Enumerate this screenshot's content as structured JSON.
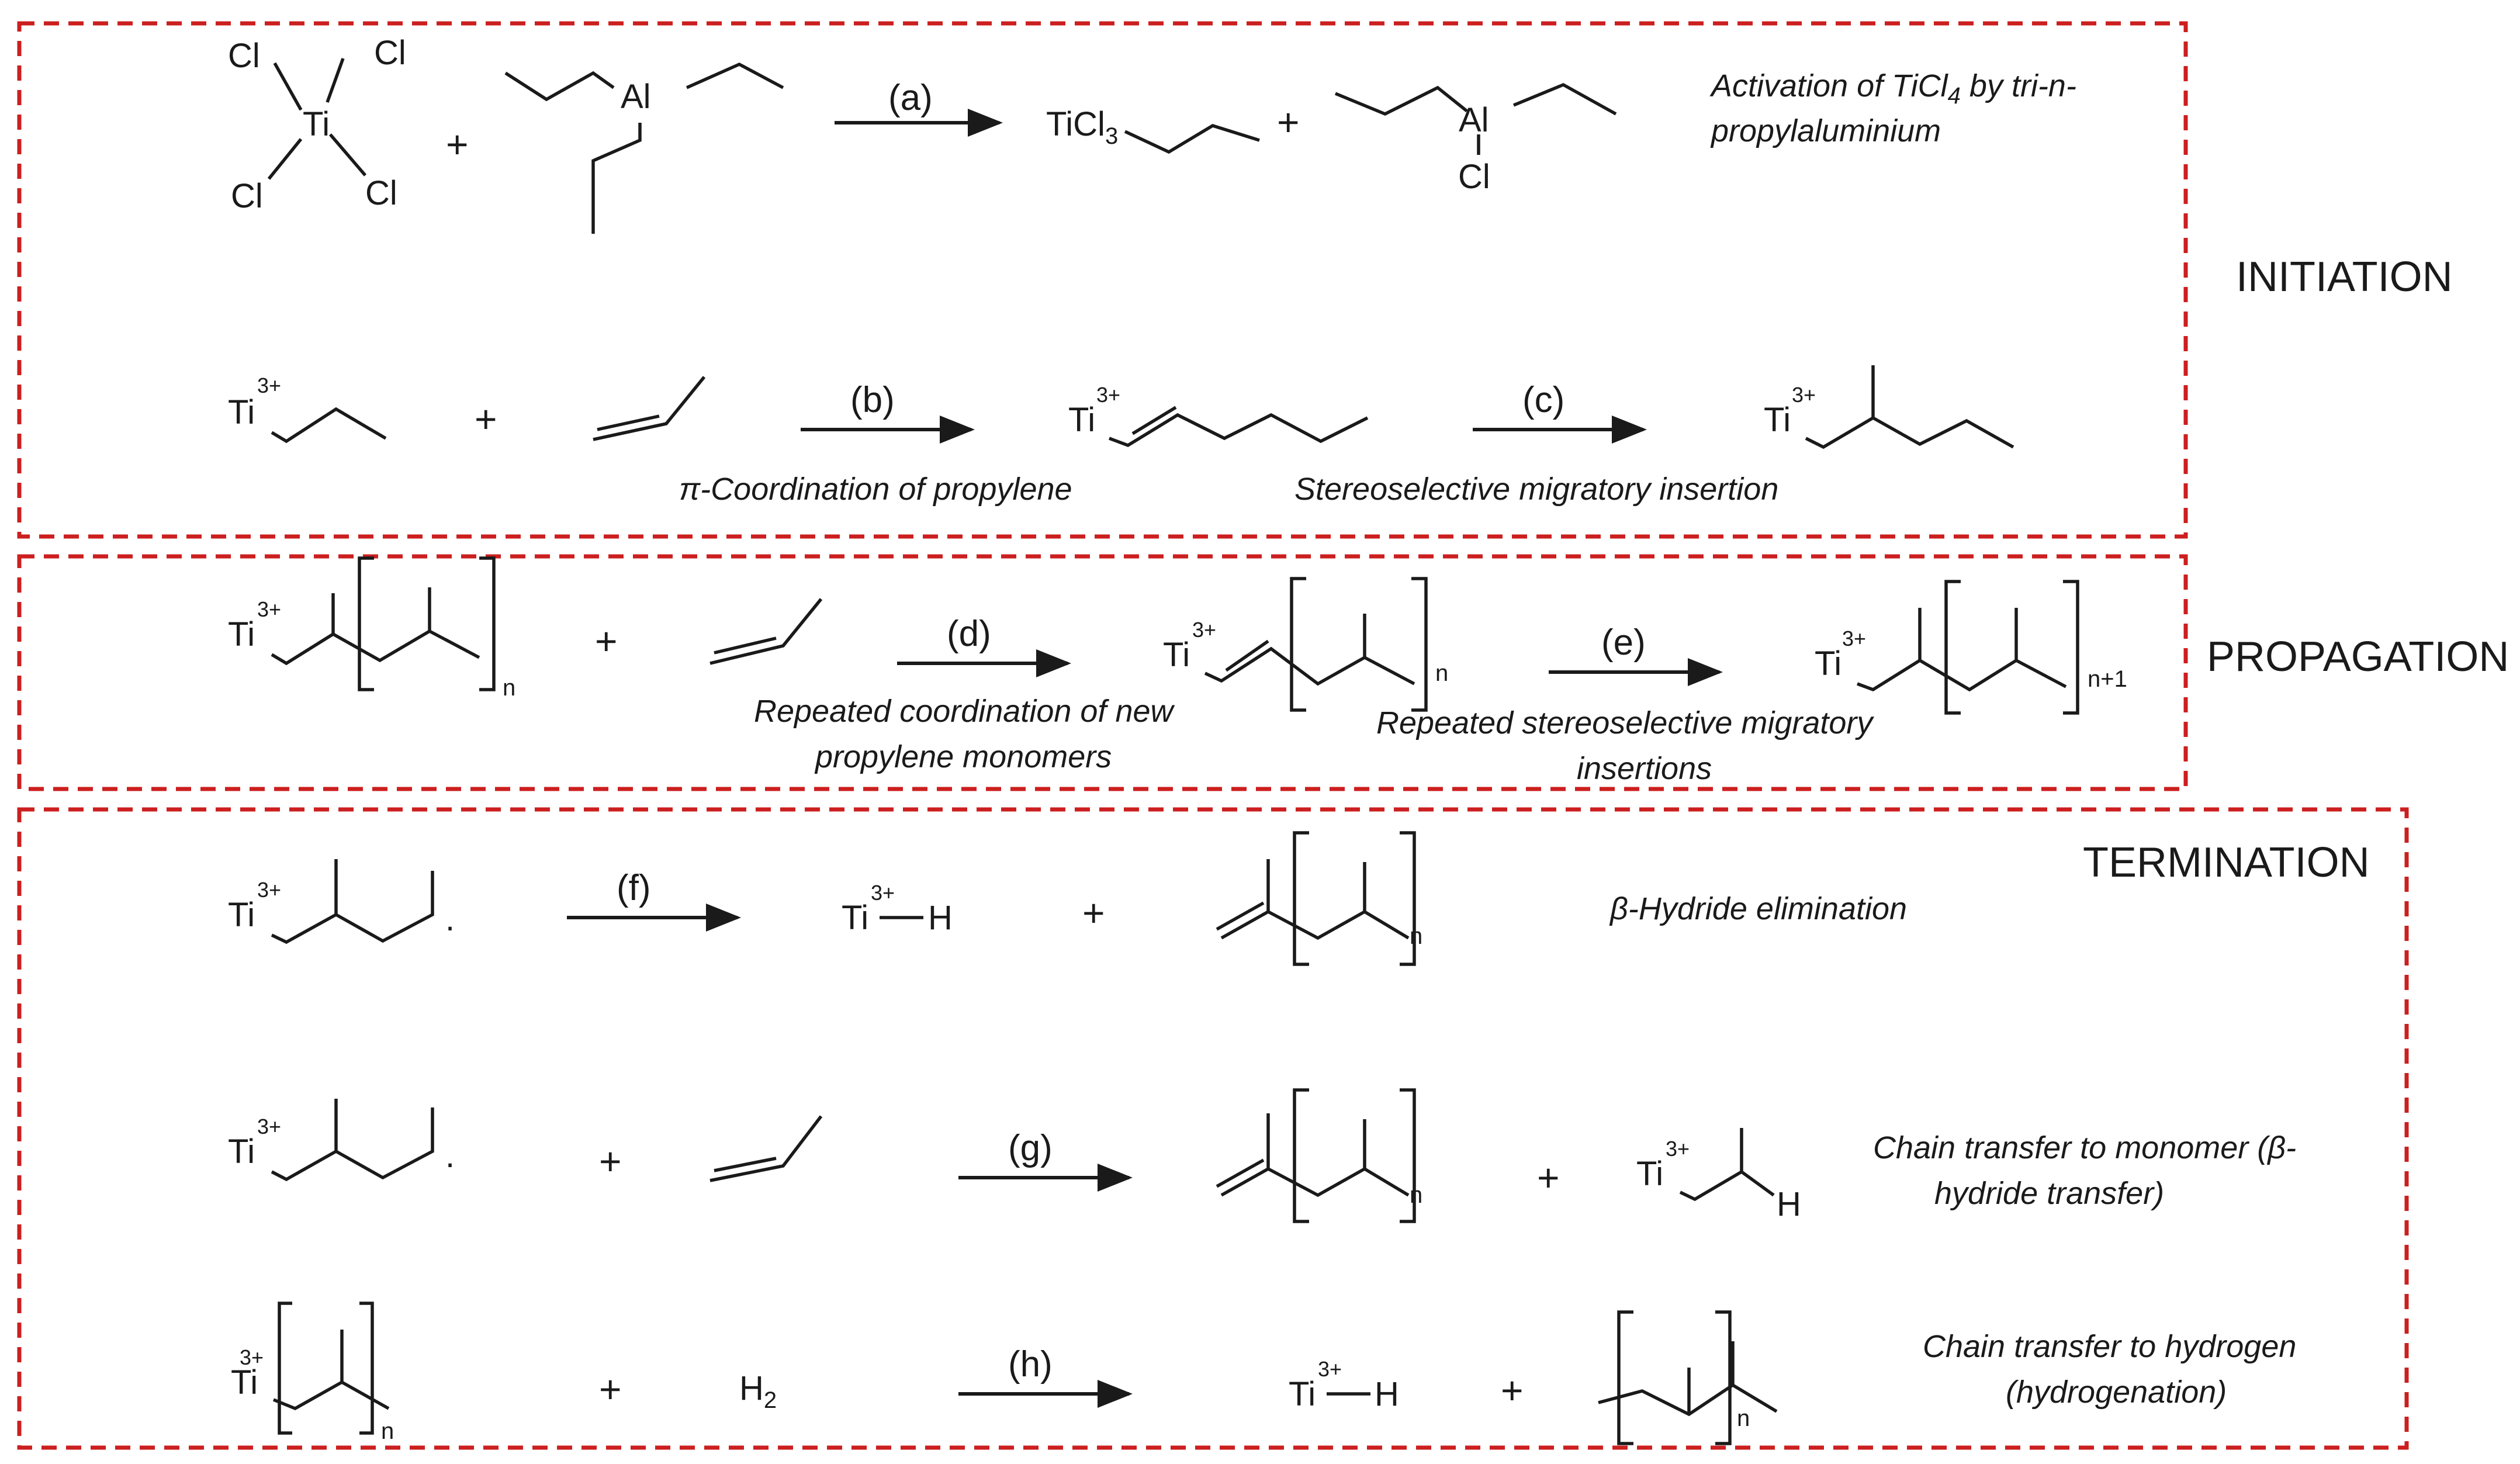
{
  "sections": {
    "initiation": "INITIATION",
    "propagation": "PROPAGATION",
    "termination": "TERMINATION"
  },
  "colors": {
    "section_border": "#cc1f1f",
    "ink": "#1a1a1a"
  },
  "atoms": {
    "cl": "Cl",
    "al": "Al",
    "ti": "Ti",
    "ticl": "TiCl",
    "h": "H"
  },
  "charges": {
    "ti3": "3+"
  },
  "subscripts": {
    "three": "3",
    "two": "2",
    "n": "n",
    "n1": "n+1",
    "four": "4"
  },
  "symbols": {
    "plus": "+",
    "radical_dot": "."
  },
  "reactions": {
    "a": {
      "label": "(a)",
      "caption_prefix": "Activation of TiCl",
      "caption_rest": " by tri-n-",
      "caption_line2": "propylaluminium"
    },
    "b": {
      "label": "(b)",
      "caption": "π-Coordination of propylene"
    },
    "c": {
      "label": "(c)",
      "caption": "Stereoselective migratory insertion"
    },
    "d": {
      "label": "(d)",
      "caption_line1": "Repeated coordination of new",
      "caption_line2": "propylene monomers"
    },
    "e": {
      "label": "(e)",
      "caption_line1": "Repeated stereoselective migratory",
      "caption_line2": "insertions"
    },
    "f": {
      "label": "(f)",
      "caption": "β-Hydride elimination"
    },
    "g": {
      "label": "(g)",
      "caption_line1": "Chain transfer to monomer (β-",
      "caption_line2": "hydride transfer)"
    },
    "h": {
      "label": "(h)",
      "caption_line1": "Chain transfer to hydrogen",
      "caption_line2": "(hydrogenation)"
    }
  }
}
